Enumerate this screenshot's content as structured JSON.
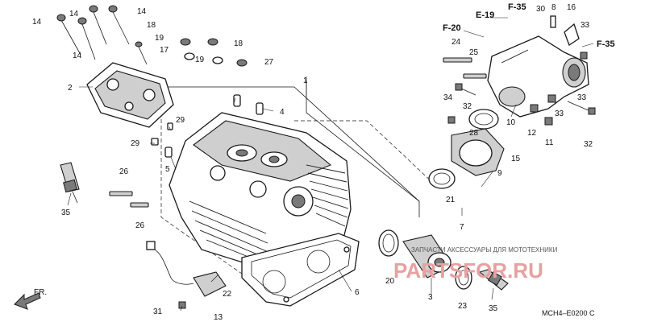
{
  "callouts": {
    "n1": "1",
    "n2": "2",
    "n3": "3",
    "n4": "4",
    "n5": "5",
    "n6": "6",
    "n7": "7",
    "n8": "8",
    "n9": "9",
    "n10": "10",
    "n11": "11",
    "n12": "12",
    "n13": "13",
    "n14a": "14",
    "n14b": "14",
    "n14c": "14",
    "n14d": "14",
    "n15": "15",
    "n16": "16",
    "n17": "17",
    "n18a": "18",
    "n18b": "18",
    "n19a": "19",
    "n19b": "19",
    "n20": "20",
    "n21": "21",
    "n22": "22",
    "n23": "23",
    "n24": "24",
    "n25": "25",
    "n26a": "26",
    "n26b": "26",
    "n27": "27",
    "n28": "28",
    "n29a": "29",
    "n29b": "29",
    "n30": "30",
    "n31": "31",
    "n32a": "32",
    "n32b": "32",
    "n33a": "33",
    "n33b": "33",
    "n33c": "33",
    "n34": "34",
    "n35a": "35",
    "n35b": "35"
  },
  "refs": {
    "e19": "E-19",
    "f20": "F-20",
    "f35a": "F-35",
    "f35b": "F-35"
  },
  "front_label": "FR.",
  "diagram_code": "MCH4–E0200 C",
  "watermark": {
    "tagline": "ЗАПЧАСТИ АКСЕССУАРЫ ДЛЯ МОТОТЕХНИКИ",
    "brand": "PARTSFOR.RU"
  }
}
